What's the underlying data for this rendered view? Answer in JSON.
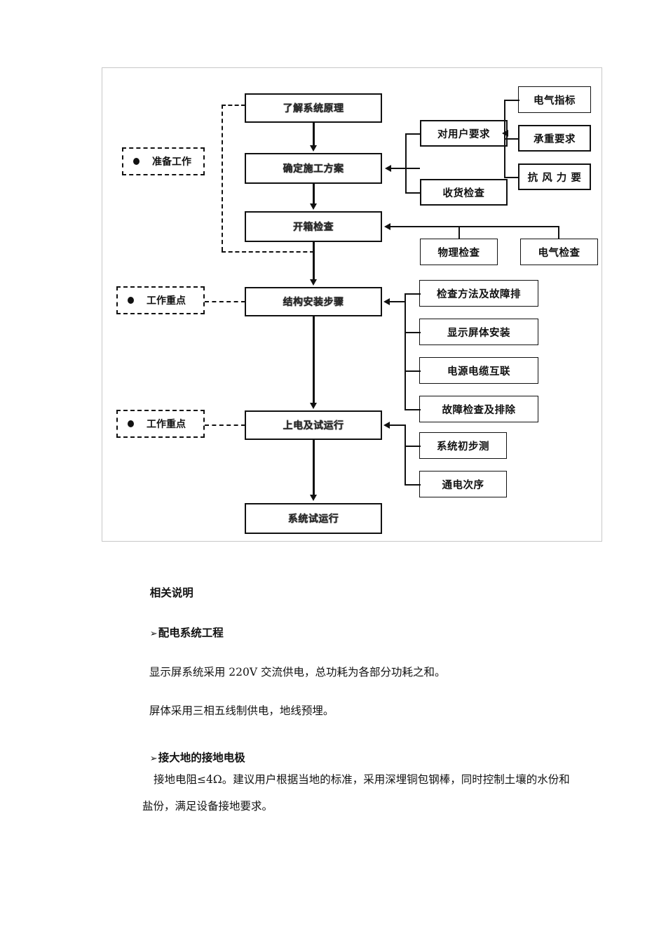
{
  "document": {
    "flowchart": {
      "main_flow": [
        {
          "id": "understand-principle",
          "label": "了解系统原理"
        },
        {
          "id": "determine-plan",
          "label": "确定施工方案"
        },
        {
          "id": "unpacking-inspection",
          "label": "开箱检查"
        },
        {
          "id": "structure-install-steps",
          "label": "结构安装步骤"
        },
        {
          "id": "power-on-trial",
          "label": "上电及试运行"
        },
        {
          "id": "system-trial-run",
          "label": "系统试运行"
        }
      ],
      "annotations": [
        {
          "id": "preparation-work",
          "label": "准备工作"
        },
        {
          "id": "work-focus-1",
          "label": "工作重点"
        },
        {
          "id": "work-focus-2",
          "label": "工作重点"
        }
      ],
      "branch_requirements": {
        "user_requirement": "对用户要求",
        "goods_receipt_check": "收货检查",
        "sub_items": [
          "电气指标",
          "承重要求",
          "抗 风 力 要"
        ]
      },
      "unpacking_branches": [
        "物理检查",
        "电气检查"
      ],
      "install_branches": [
        "检查方法及故障排",
        "显示屏体安装",
        "电源电缆互联",
        "故障检查及排除"
      ],
      "poweron_branches": [
        "系统初步测",
        "通电次序"
      ]
    },
    "body": {
      "heading": "相关说明",
      "section1_title": "配电系统工程",
      "section1_para1": "显示屏系统采用 220V 交流供电，总功耗为各部分功耗之和。",
      "section1_para2": "屏体采用三相五线制供电，地线预埋。",
      "section2_title": "接大地的接地电极",
      "section2_para1": "接地电阻≤4Ω。建议用户根据当地的标准，采用深埋铜包钢棒，同时控制土壤的水份和盐份，满足设备接地要求。",
      "arrow_marker": "➢"
    }
  }
}
